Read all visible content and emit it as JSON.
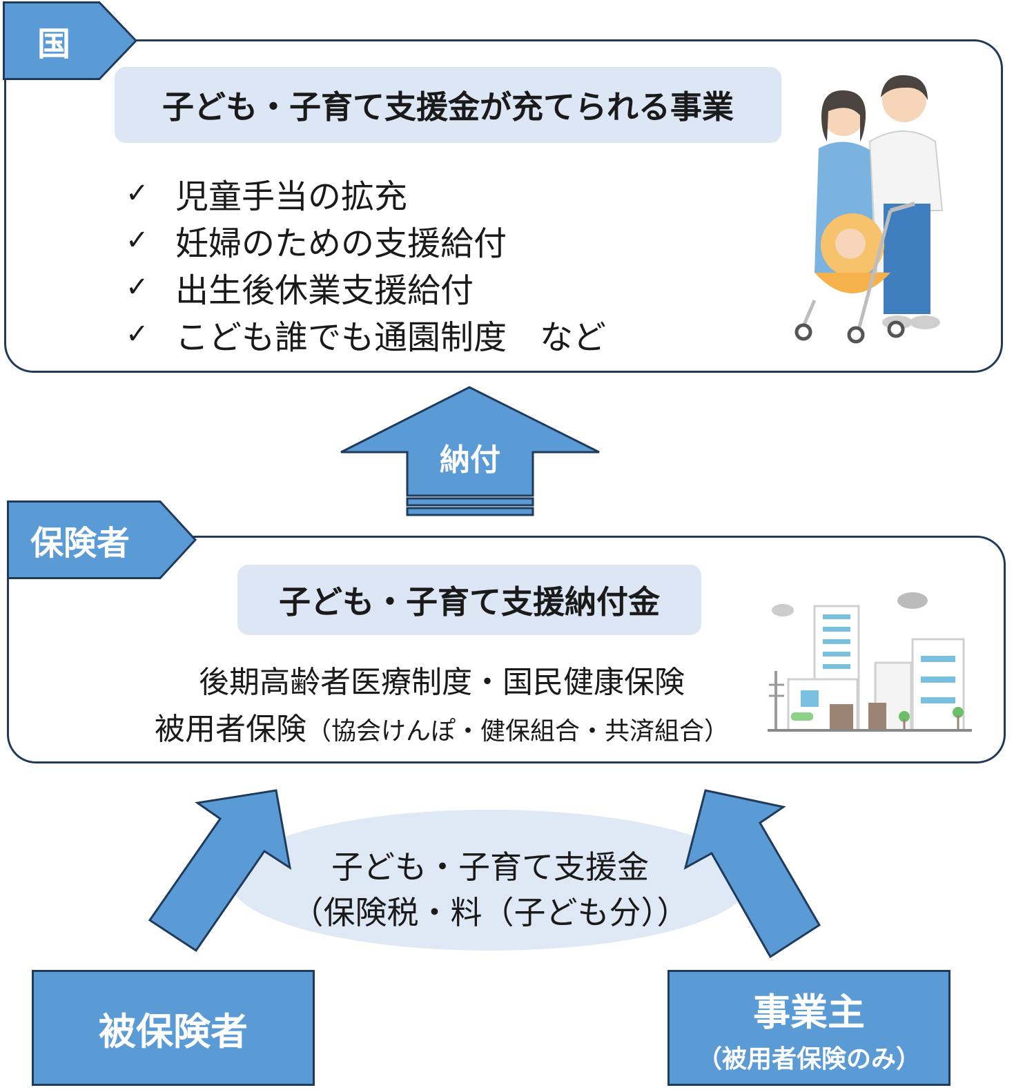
{
  "national": {
    "tag": "国",
    "heading": "子ども・子育て支援金が充てられる事業",
    "items": [
      "児童手当の拡充",
      "妊婦のための支援給付",
      "出生後休業支援給付",
      "こども誰でも通園制度　など"
    ]
  },
  "payment_arrow": {
    "label": "納付"
  },
  "insurer": {
    "tag": "保険者",
    "heading": "子ども・子育て支援納付金",
    "line1": "後期高齢者医療制度・国民健康保険",
    "line2_main": "被用者保険",
    "line2_sub": "（協会けんぽ・健保組合・共済組合）"
  },
  "contribution": {
    "line1": "子ども・子育て支援金",
    "line2": "（保険税・料（子ども分））"
  },
  "insured": {
    "label": "被保険者"
  },
  "employer": {
    "label": "事業主",
    "sub": "（被用者保険のみ）"
  },
  "colors": {
    "accent_blue": "#5b9bd5",
    "border_navy": "#1f3a5a",
    "pill_bg": "#dce6f4",
    "ellipse_bg": "#dfe8f5"
  }
}
